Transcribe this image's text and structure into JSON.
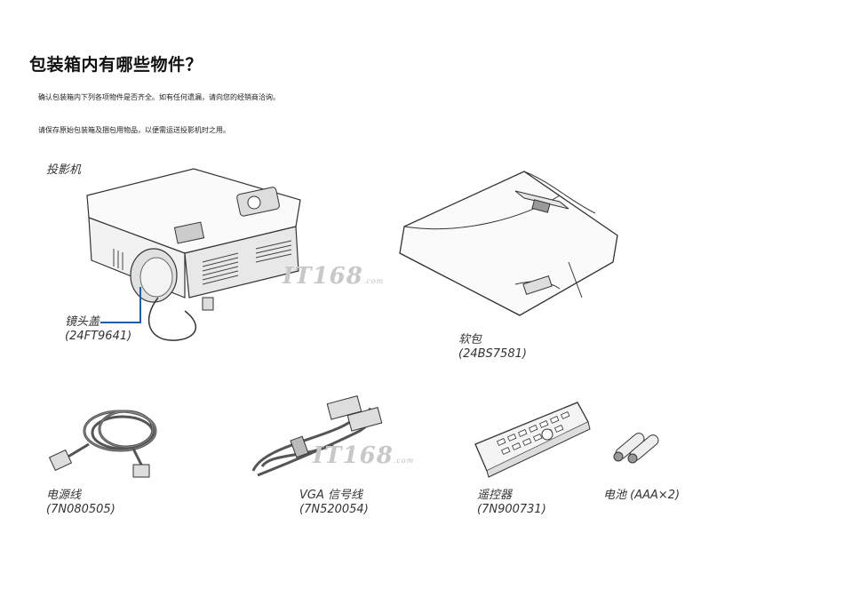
{
  "heading": "包装箱内有哪些物件？",
  "paragraphs": [
    "确认包装箱内下列各项物件是否齐全。如有任何遗漏，请向您的经销商洽询。",
    "请保存原始包装箱及捆包用物品，以便需运送投影机时之用。"
  ],
  "items": {
    "projector": {
      "name": "投影机"
    },
    "lens_cap": {
      "name": "镜头盖",
      "part": "(24FT9641)"
    },
    "soft_case": {
      "name": "软包",
      "part": "(24BS7581)"
    },
    "power_cord": {
      "name": "电源线",
      "part": "(7N080505)"
    },
    "vga_cable": {
      "name": "VGA 信号线",
      "part": "(7N520054)"
    },
    "remote": {
      "name": "遥控器",
      "part": "(7N900731)"
    },
    "batteries": {
      "name": "电池 (AAA×2)"
    }
  },
  "watermark": {
    "text": "IT168",
    "suffix": ".com"
  },
  "colors": {
    "callout_line": "#1f5fa8",
    "watermark": "#c8c8c8"
  }
}
